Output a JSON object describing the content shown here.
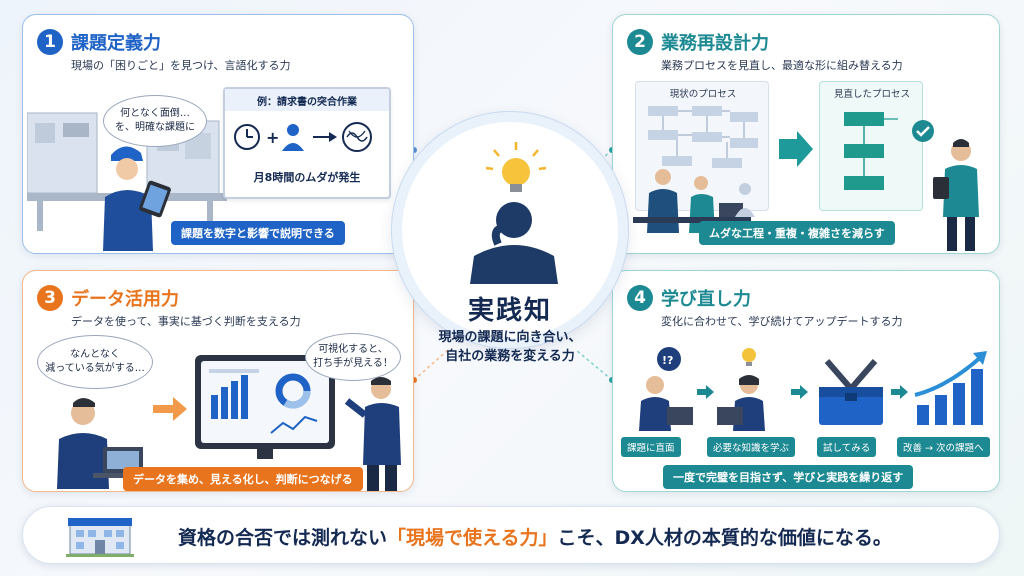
{
  "center": {
    "title": "実践知",
    "subtitle_line1": "現場の課題に向き合い、",
    "subtitle_line2": "自社の業務を変える力"
  },
  "cards": [
    {
      "number": "1",
      "title": "課題定義力",
      "subtitle": "現場の「困りごと」を見つけ、言語化する力",
      "bubble_line1": "何となく面倒…",
      "bubble_line2": "を、明確な課題に",
      "board_title": "例：請求書の突合作業",
      "board_value": "月8時間のムダが発生",
      "pill": "課題を数字と影響で説明できる"
    },
    {
      "number": "2",
      "title": "業務再設計力",
      "subtitle": "業務プロセスを見直し、最適な形に組み替える力",
      "before_label": "現状のプロセス",
      "after_label": "見直したプロセス",
      "pill": "ムダな工程・重複・複雑さを減らす"
    },
    {
      "number": "3",
      "title": "データ活用力",
      "subtitle": "データを使って、事実に基づく判断を支える力",
      "bubble_left_line1": "なんとなく",
      "bubble_left_line2": "減っている気がする…",
      "bubble_right_line1": "可視化すると、",
      "bubble_right_line2": "打ち手が見える！",
      "pill": "データを集め、見える化し、判断につなげる"
    },
    {
      "number": "4",
      "title": "学び直し力",
      "subtitle": "変化に合わせて、学び続けてアップデートする力",
      "steps": [
        "課題に直面",
        "必要な知識を学ぶ",
        "試してみる",
        "改善 → 次の課題へ"
      ],
      "pill": "一度で完璧を目指さず、学びと実践を繰り返す"
    }
  ],
  "footer": {
    "text_before": "資格の合否では測れない",
    "highlight": "「現場で使える力」",
    "text_after": "こそ、DX人材の本質的な価値になる。"
  },
  "colors": {
    "blue": "#1f63c6",
    "teal": "#1d8a93",
    "orange": "#e8741e",
    "navy": "#142a52"
  }
}
